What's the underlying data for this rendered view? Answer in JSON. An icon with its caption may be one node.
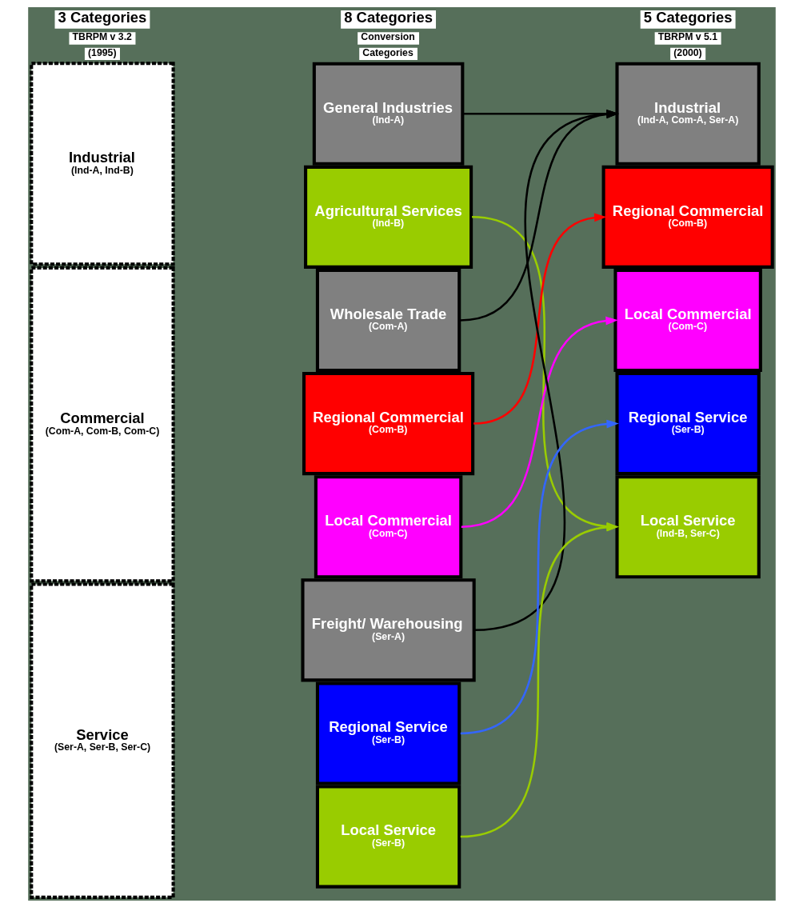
{
  "diagram": {
    "nodes": [
      {
        "text": [
          "Industrial",
          "(Ind-A, Ind-B)"
        ]
      },
      {
        "text": [
          "Commercial",
          "(Com-A, Com-B, Com-C)"
        ]
      },
      {
        "text": [
          "Service",
          "(Ser-A, Ser-B, Ser-C)"
        ]
      },
      {
        "text": [
          "General Industries",
          "(Ind-A)"
        ]
      },
      {
        "text": [
          "Agricultural Services",
          "(Ind-B)"
        ]
      },
      {
        "text": [
          "Wholesale Trade",
          "(Com-A)"
        ]
      },
      {
        "text": [
          "Regional Commercial",
          "(Com-B)"
        ]
      },
      {
        "text": [
          "Local Commercial",
          "(Com-C)"
        ]
      },
      {
        "text": [
          "Freight/ Warehousing",
          "(Ser-A)"
        ]
      },
      {
        "text": [
          "Regional Service",
          "(Ser-B)"
        ]
      },
      {
        "text": [
          "Local Service",
          "(Ser-B)"
        ]
      },
      {
        "text": [
          "Industrial",
          "(Ind-A, Com-A, Ser-A)"
        ]
      },
      {
        "text": [
          "Regional Commercial",
          "(Com-B)"
        ]
      },
      {
        "text": [
          "Local Commercial",
          "(Com-C)"
        ]
      },
      {
        "text": [
          "Regional Service",
          "(Ser-B)"
        ]
      },
      {
        "text": [
          "Local Service",
          "(Ind-B, Ser-C)"
        ]
      }
    ],
    "edges": [
      {
        "from": 3,
        "to": 11,
        "arrow": "to"
      },
      {
        "from": 4,
        "to": 15,
        "arrow": "to",
        "color": "#99cc00"
      },
      {
        "from": 5,
        "to": 11,
        "arrow": "to"
      },
      {
        "from": 6,
        "to": 12,
        "arrow": "to",
        "color": "#ff0000"
      },
      {
        "from": 7,
        "to": 13,
        "arrow": "to",
        "color": "#ff00ff"
      },
      {
        "from": 8,
        "to": 11,
        "arrow": "to"
      },
      {
        "from": 9,
        "to": 14,
        "arrow": "to",
        "color": "#3366ff"
      },
      {
        "from": 10,
        "to": 15,
        "arrow": "to",
        "color": "#99cc00"
      }
    ],
    "labels": [
      "3 Categories",
      "TBRPM v 3.2",
      "(1995)",
      "8 Categories",
      "Conversion",
      "Categories",
      "5 Categories",
      "TBRPM v 5.1",
      "(2000)"
    ]
  }
}
